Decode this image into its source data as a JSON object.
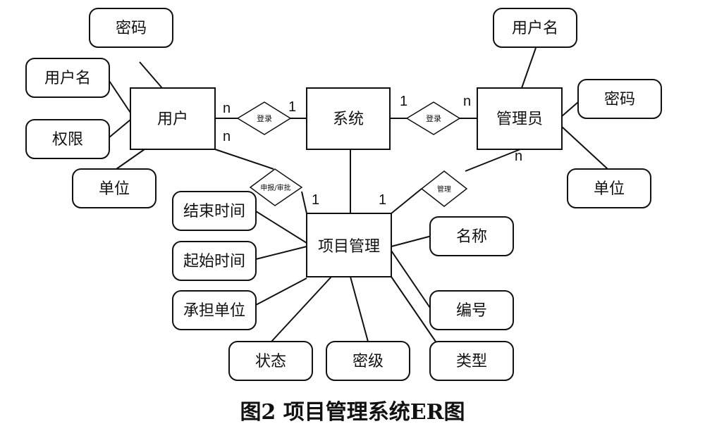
{
  "diagram": {
    "entities": {
      "user": "用户",
      "system": "系统",
      "admin": "管理员",
      "project": "项目管理"
    },
    "relationships": {
      "login_left": "登录",
      "login_right": "登录",
      "apply_review": "申报/审批",
      "manage": "管理"
    },
    "attributes": {
      "user_password": "密码",
      "user_username": "用户名",
      "user_permission": "权限",
      "user_unit": "单位",
      "admin_username": "用户名",
      "admin_password": "密码",
      "admin_unit": "单位",
      "proj_end_time": "结束时间",
      "proj_start_time": "起始时间",
      "proj_unit": "承担单位",
      "proj_status": "状态",
      "proj_secret": "密级",
      "proj_name": "名称",
      "proj_number": "编号",
      "proj_type": "类型"
    },
    "cardinalities": {
      "user_login": "n",
      "system_login_left": "1",
      "system_login_right": "1",
      "admin_login": "n",
      "user_apply": "n",
      "project_apply": "1",
      "project_manage": "1",
      "admin_manage": "n"
    }
  },
  "caption": "图2   项目管理系统ER图"
}
